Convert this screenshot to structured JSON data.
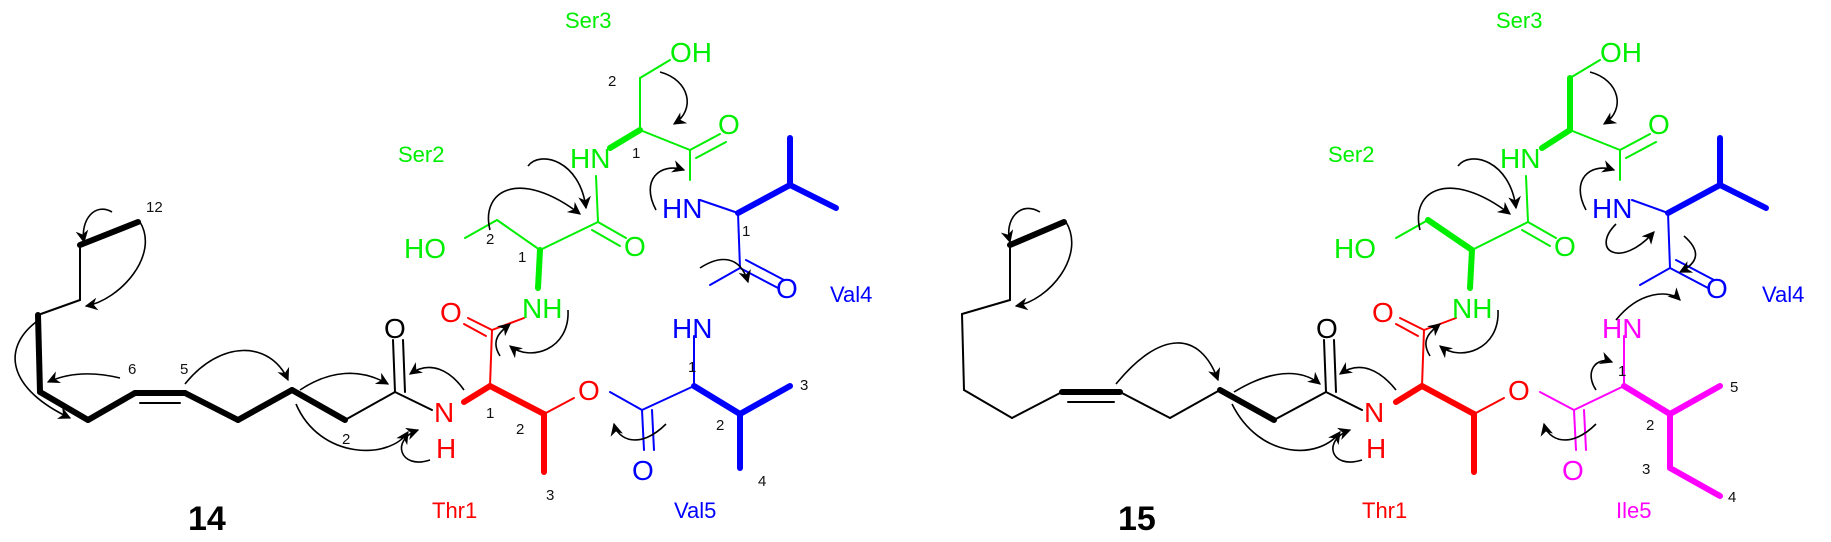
{
  "colors": {
    "thr": "#ff0000",
    "ser": "#00ee00",
    "val": "#0000ff",
    "ile": "#ff00ff",
    "chain": "#000000",
    "arrows": "#000000"
  },
  "compound_14": {
    "label": "14",
    "residues": {
      "thr1": "Thr1",
      "ser2": "Ser2",
      "ser3": "Ser3",
      "val4": "Val4",
      "val5": "Val5"
    },
    "atoms": {
      "oh_ser3": "OH",
      "o_ser3": "O",
      "hn_ser3": "HN",
      "hn_val4": "HN",
      "ho_ser2": "HO",
      "o_ser2": "O",
      "o_thr1": "O",
      "nh_ser2": "NH",
      "o_val4": "O",
      "hn_val5": "HN",
      "o_acyl": "O",
      "n_thr1": "N",
      "h_thr1": "H",
      "o_ester": "O",
      "o_val5": "O"
    },
    "numbers": {
      "c12": "12",
      "c6": "6",
      "c5": "5",
      "c2": "2",
      "thr_1": "1",
      "thr_2": "2",
      "thr_3": "3",
      "ser2_1": "1",
      "ser2_2": "2",
      "ser3_1": "1",
      "ser3_2": "2",
      "val4_1": "1",
      "val5_1": "1",
      "val5_2": "2",
      "val5_3": "3",
      "val5_4": "4"
    }
  },
  "compound_15": {
    "label": "15",
    "residues": {
      "thr1": "Thr1",
      "ser2": "Ser2",
      "ser3": "Ser3",
      "val4": "Val4",
      "ile5": "Ile5"
    },
    "atoms": {
      "oh_ser3": "OH",
      "o_ser3": "O",
      "hn_ser3": "HN",
      "hn_val4": "HN",
      "ho_ser2": "HO",
      "o_ser2": "O",
      "o_thr1": "O",
      "nh_ser2": "NH",
      "o_val4": "O",
      "hn_ile5": "HN",
      "o_acyl": "O",
      "n_thr1": "N",
      "h_thr1": "H",
      "o_ester": "O",
      "o_ile5": "O"
    },
    "numbers": {
      "ile_1": "1",
      "ile_2": "2",
      "ile_3": "3",
      "ile_4": "4",
      "ile_5": "5"
    }
  }
}
